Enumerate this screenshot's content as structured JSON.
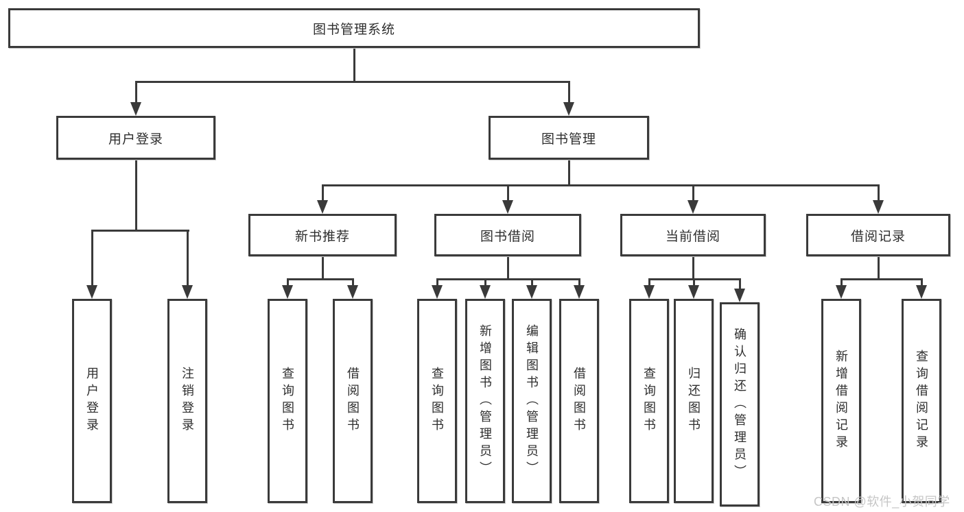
{
  "diagram": {
    "root": {
      "label": "图书管理系统"
    },
    "level2": [
      {
        "label": "用户登录"
      },
      {
        "label": "图书管理"
      }
    ],
    "level3": [
      {
        "label": "新书推荐"
      },
      {
        "label": "图书借阅"
      },
      {
        "label": "当前借阅"
      },
      {
        "label": "借阅记录"
      }
    ],
    "leaves": {
      "user_login": [
        "用户登录",
        "注销登录"
      ],
      "new_book": [
        "查询图书",
        "借阅图书"
      ],
      "book_borrow": [
        "查询图书",
        "新增图书（管理员）",
        "编辑图书（管理员）",
        "借阅图书"
      ],
      "current_borrow": [
        "查询图书",
        "归还图书",
        "确认归还（管理员）"
      ],
      "borrow_records": [
        "新增借阅记录",
        "查询借阅记录"
      ]
    },
    "colors": {
      "line": "#3a3a3a",
      "text": "#2e2e2e",
      "watermark": "#c6c6c6"
    }
  },
  "watermark": {
    "text": "CSDN @软件_小贺同学"
  }
}
